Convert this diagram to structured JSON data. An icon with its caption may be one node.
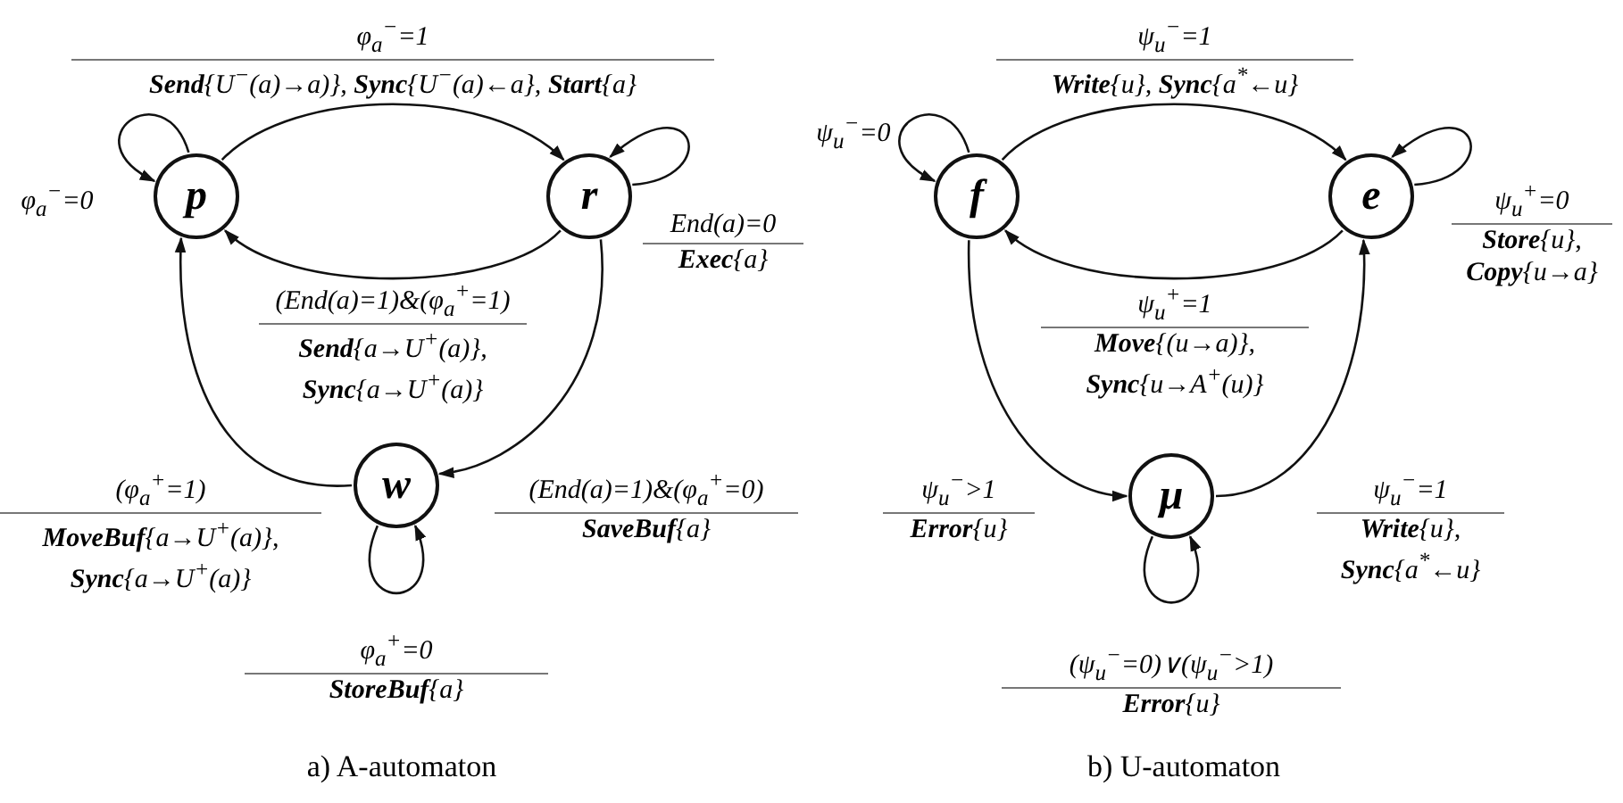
{
  "diagram": {
    "nodes": [
      {
        "text": [
          "p"
        ]
      },
      {
        "text": [
          "r"
        ]
      },
      {
        "text": [
          "w"
        ]
      },
      {
        "text": [
          "f"
        ]
      },
      {
        "text": [
          "e"
        ]
      },
      {
        "text": [
          "μ"
        ]
      }
    ],
    "edges": [
      {
        "from": 0,
        "to": 0,
        "arrow": "to",
        "label": "φ$_{a}$$^{−}$=0"
      },
      {
        "from": 0,
        "to": 1,
        "arrow": "to",
        "label": "φ$_{a}$$^{−}$=1"
      },
      {
        "from": 1,
        "to": 1,
        "arrow": "to",
        "label": "End(a)=0"
      },
      {
        "from": 1,
        "to": 0,
        "arrow": "to",
        "label": "(End(a)=1)&(φ$_{a}$$^{+}$=1)"
      },
      {
        "from": 1,
        "to": 2,
        "arrow": "to",
        "label": "(End(a)=1)&(φ$_{a}$$^{+}$=0)"
      },
      {
        "from": 2,
        "to": 0,
        "arrow": "to",
        "label": "(φ$_{a}$$^{+}$=1)"
      },
      {
        "from": 2,
        "to": 2,
        "arrow": "to",
        "label": "φ$_{a}$$^{+}$=0"
      },
      {
        "from": 3,
        "to": 3,
        "arrow": "to",
        "label": "ψ$_{u}$$^{−}$=0"
      },
      {
        "from": 3,
        "to": 4,
        "arrow": "to",
        "label": "ψ$_{u}$$^{−}$=1"
      },
      {
        "from": 4,
        "to": 4,
        "arrow": "to",
        "label": "ψ$_{u}$$^{+}$=0"
      },
      {
        "from": 4,
        "to": 3,
        "arrow": "to",
        "label": "ψ$_{u}$$^{+}$=1"
      },
      {
        "from": 3,
        "to": 5,
        "arrow": "to",
        "label": "ψ$_{u}$$^{−}$>1"
      },
      {
        "from": 5,
        "to": 4,
        "arrow": "to",
        "label": "ψ$_{u}$$^{−}$=1"
      },
      {
        "from": 5,
        "to": 5,
        "arrow": "to",
        "label": "(ψ$_{u}$$^{−}$=0)∨(ψ$_{u}$$^{−}$>1)"
      }
    ],
    "labels": [
      "**Send**{U$^{−}$(a)→a)}, **Sync**{U$^{−}$(a)←a}, **Start**{a}",
      "**Exec**{a}",
      "**Send**{a→U$^{+}$(a)}, **Sync**{a→U$^{+}$(a)}",
      "**SaveBuf**{a}",
      "**MoveBuf**{a→U$^{+}$(a)}, **Sync**{a→U$^{+}$(a)}",
      "**StoreBuf**{a}",
      "**Write**{u}, **Sync**{a$^{*}$←u}",
      "**Store**{u}, **Copy**{u→a}",
      "**Move**{(u→a)}, **Sync**{u→A$^{+}$(u)}",
      "**Error**{u}",
      "**Write**{u}, **Sync**{a$^{*}$←u}",
      "**Error**{u}",
      "a) A-automaton",
      "b) U-automaton"
    ]
  }
}
